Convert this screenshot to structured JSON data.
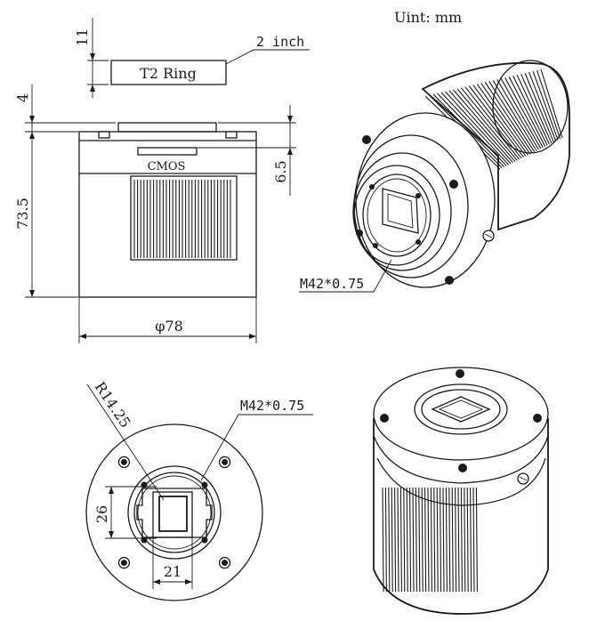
{
  "unit_note": "Uint: mm",
  "front_view": {
    "t2_ring_label": "T2 Ring",
    "t2_ring_size": "2 inch",
    "gap_dim": "11",
    "flange_dim": "4",
    "height_dim": "73.5",
    "sensor_depth_dim": "6.5",
    "sensor_label": "CMOS",
    "diameter_dim": "φ78"
  },
  "iso_front": {
    "thread_label": "M42*0.75"
  },
  "bottom_view": {
    "radius_dim": "R14.25",
    "thread_label": "M42*0.75",
    "sensor_height_dim": "26",
    "sensor_width_dim": "21"
  }
}
